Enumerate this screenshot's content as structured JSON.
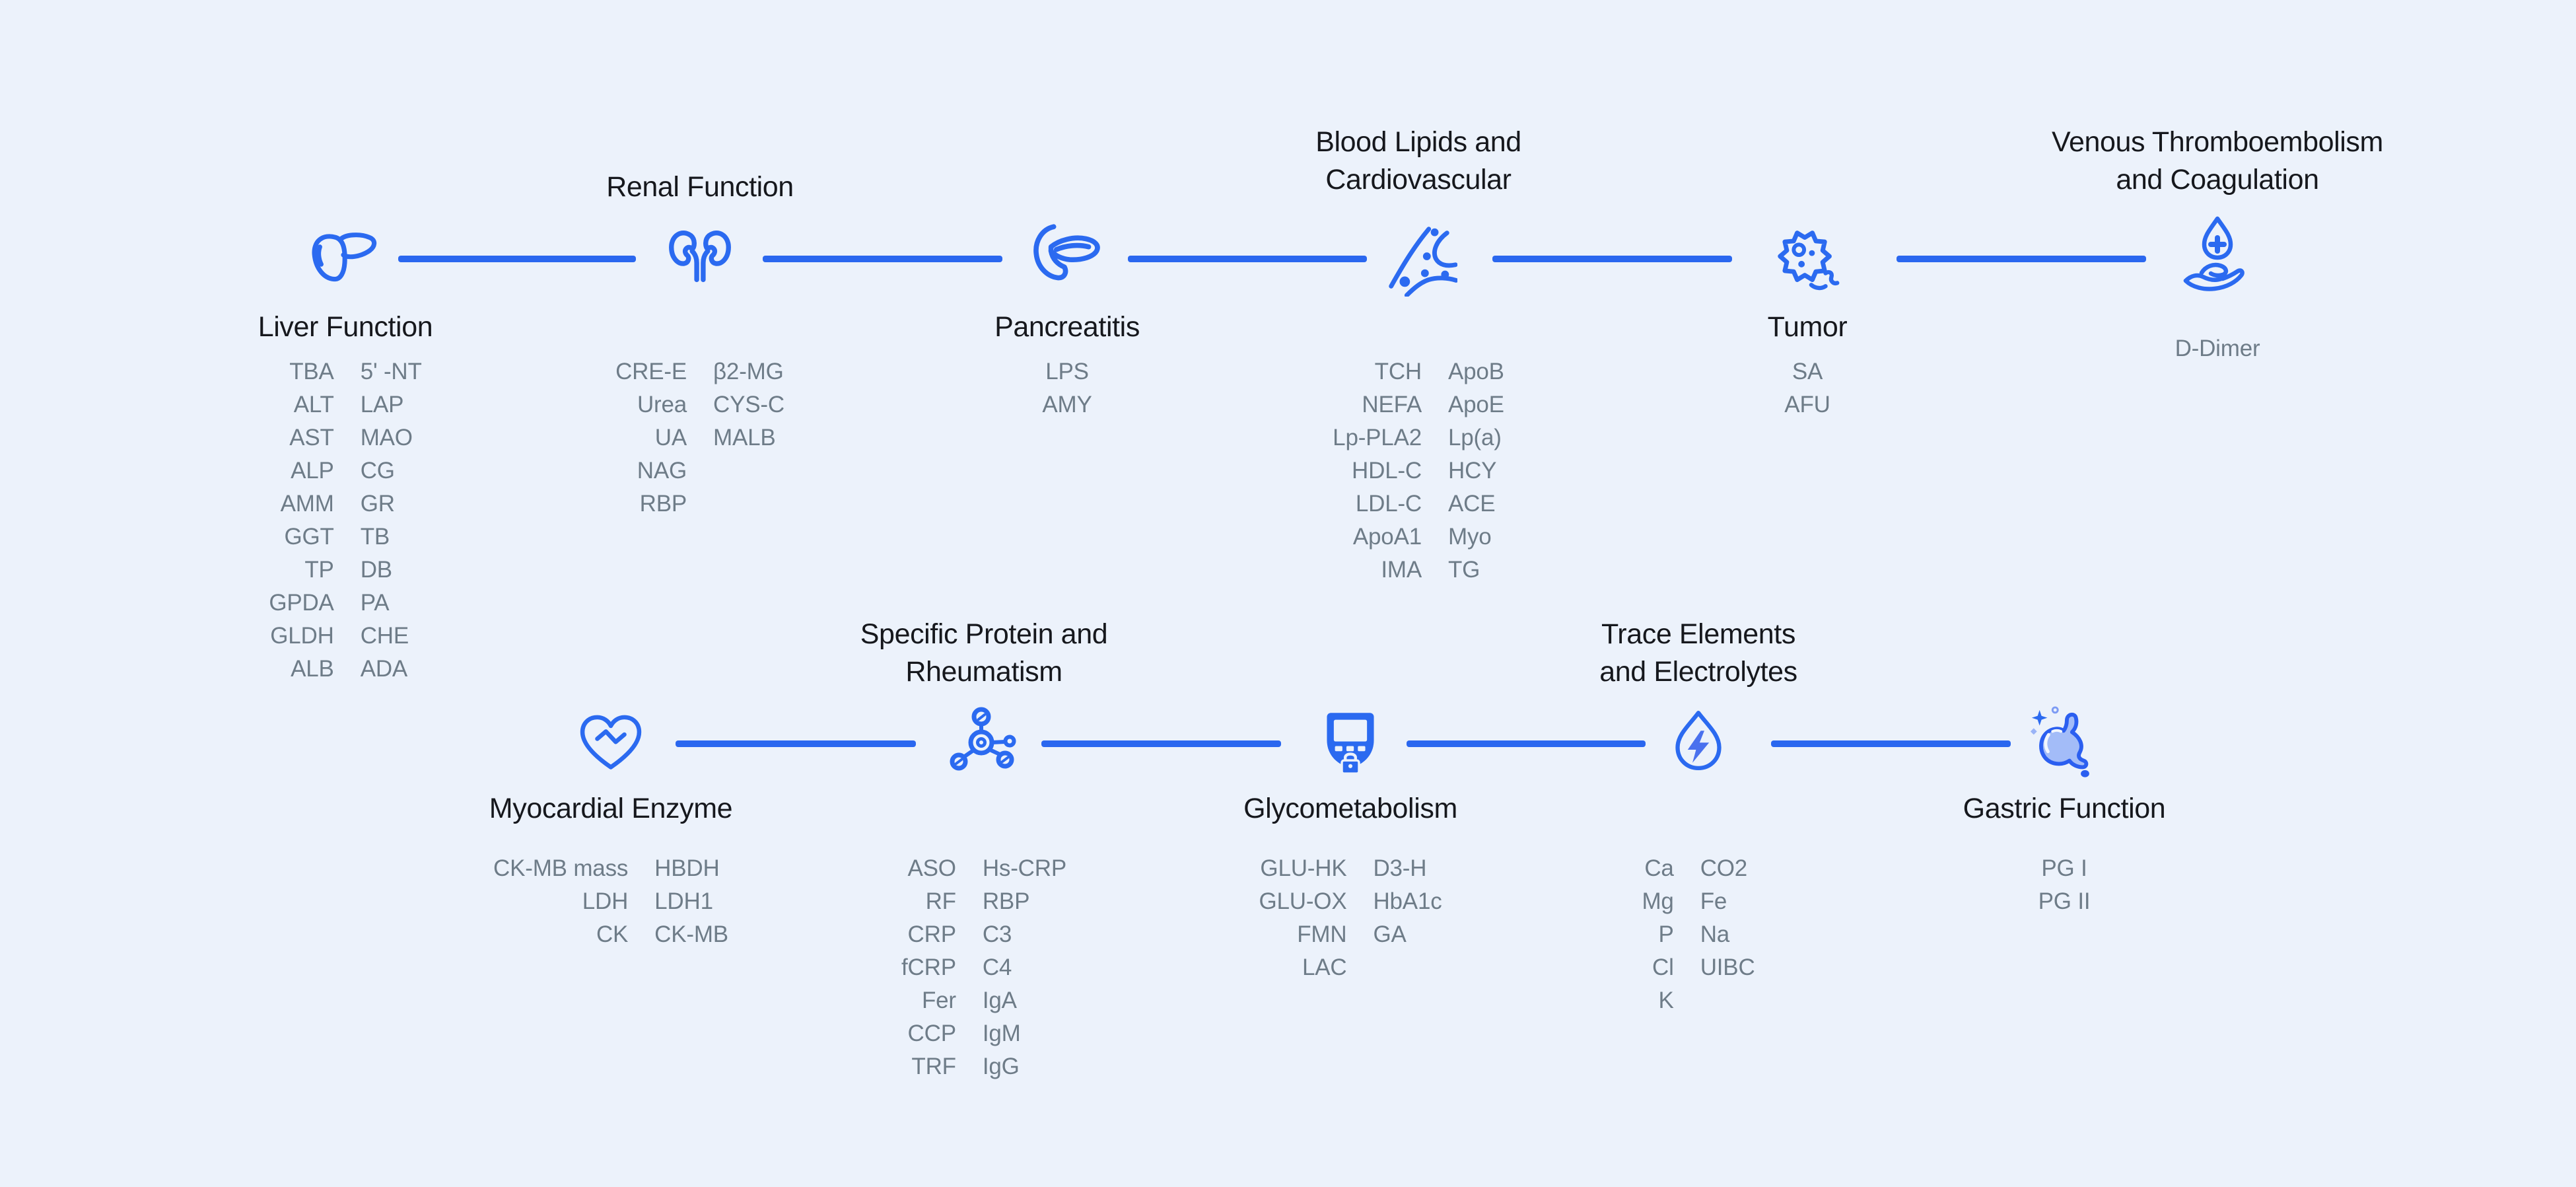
{
  "page": {
    "background_color": "#ecf2fb",
    "accent_color": "#2b6af0",
    "title_color": "#16181d",
    "item_color": "#6e7c88",
    "description": "Clinical chemistry assay menu diagram with two icon timelines"
  },
  "icons": {
    "liver": "liver-icon",
    "renal": "kidneys-icon",
    "pancreatitis": "pancreas-icon",
    "blood_lipids": "artery-lipids-icon",
    "tumor": "tumor-cell-icon",
    "venous": "blood-drop-hand-icon",
    "myocardial": "heart-pulse-icon",
    "specific_protein": "molecule-icon",
    "glycometabolism": "glucose-meter-icon",
    "trace_elements": "droplet-lightning-icon",
    "gastric": "stomach-icon"
  },
  "panels": {
    "liver": {
      "title": "Liver Function",
      "col1": [
        "TBA",
        "ALT",
        "AST",
        "ALP",
        "AMM",
        "GGT",
        "TP",
        "GPDA",
        "GLDH",
        "ALB"
      ],
      "col2": [
        "5' -NT",
        "LAP",
        "MAO",
        "CG",
        "GR",
        "TB",
        "DB",
        "PA",
        "CHE",
        "ADA"
      ]
    },
    "renal": {
      "title": "Renal Function",
      "col1": [
        "CRE-E",
        "Urea",
        "UA",
        "NAG",
        "RBP"
      ],
      "col2": [
        "β2-MG",
        "CYS-C",
        "MALB"
      ]
    },
    "pancreatitis": {
      "title": "Pancreatitis",
      "items": [
        "LPS",
        "AMY"
      ]
    },
    "blood_lipids": {
      "title_lines": [
        "Blood Lipids and",
        "Cardiovascular"
      ],
      "col1": [
        "TCH",
        "NEFA",
        "Lp-PLA2",
        "HDL-C",
        "LDL-C",
        "ApoA1",
        "IMA"
      ],
      "col2": [
        "ApoB",
        "ApoE",
        "Lp(a)",
        "HCY",
        "ACE",
        "Myo",
        "TG"
      ]
    },
    "tumor": {
      "title": "Tumor",
      "items": [
        "SA",
        "AFU"
      ]
    },
    "venous": {
      "title_lines": [
        "Venous Thromboembolism",
        "and Coagulation"
      ],
      "items": [
        "D-Dimer"
      ]
    },
    "myocardial": {
      "title": "Myocardial Enzyme",
      "col1": [
        "CK-MB mass",
        "LDH",
        "CK"
      ],
      "col2": [
        "HBDH",
        "LDH1",
        "CK-MB"
      ]
    },
    "specific_protein": {
      "title_lines": [
        "Specific Protein and",
        "Rheumatism"
      ],
      "col1": [
        "ASO",
        "RF",
        "CRP",
        "fCRP",
        "Fer",
        "CCP",
        "TRF"
      ],
      "col2": [
        "Hs-CRP",
        "RBP",
        "C3",
        "C4",
        "IgA",
        "IgM",
        "IgG"
      ]
    },
    "glycometabolism": {
      "title": "Glycometabolism",
      "col1": [
        "GLU-HK",
        "GLU-OX",
        "FMN",
        "LAC"
      ],
      "col2": [
        "D3-H",
        "HbA1c",
        "GA"
      ]
    },
    "trace_elements": {
      "title_lines": [
        "Trace Elements",
        "and Electrolytes"
      ],
      "col1": [
        "Ca",
        "Mg",
        "P",
        "Cl",
        "K"
      ],
      "col2": [
        "CO2",
        "Fe",
        "Na",
        "UIBC"
      ]
    },
    "gastric": {
      "title": "Gastric Function",
      "items": [
        "PG I",
        "PG II"
      ]
    }
  }
}
